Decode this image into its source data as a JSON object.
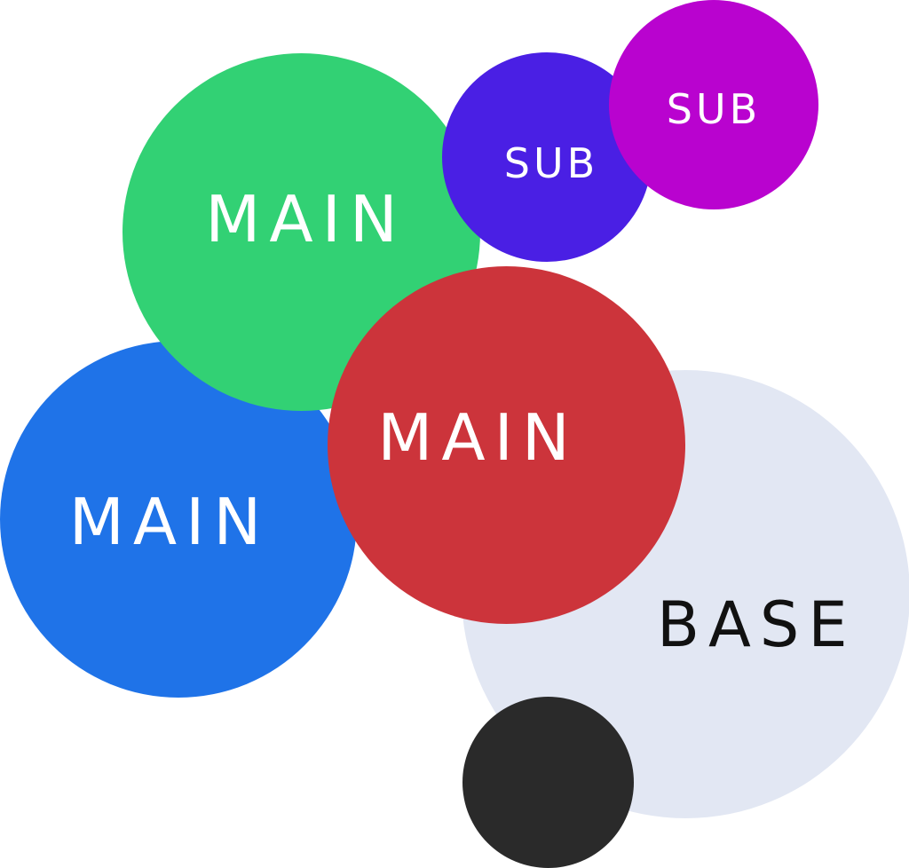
{
  "circles": {
    "base": {
      "label": "BASE",
      "fill": "#e2e7f3",
      "text_color": "#111111"
    },
    "blue": {
      "label": "MAIN",
      "fill": "#1f73e8",
      "text_color": "#ffffff"
    },
    "green": {
      "label": "MAIN",
      "fill": "#32d174",
      "text_color": "#ffffff"
    },
    "red": {
      "label": "MAIN",
      "fill": "#cc343b",
      "text_color": "#ffffff"
    },
    "indigo": {
      "label": "SUB",
      "fill": "#4a1fe4",
      "text_color": "#ffffff"
    },
    "magenta": {
      "label": "SUB",
      "fill": "#b903cf",
      "text_color": "#ffffff"
    },
    "black": {
      "label": "",
      "fill": "#2a2a2a",
      "text_color": "#ffffff"
    }
  }
}
